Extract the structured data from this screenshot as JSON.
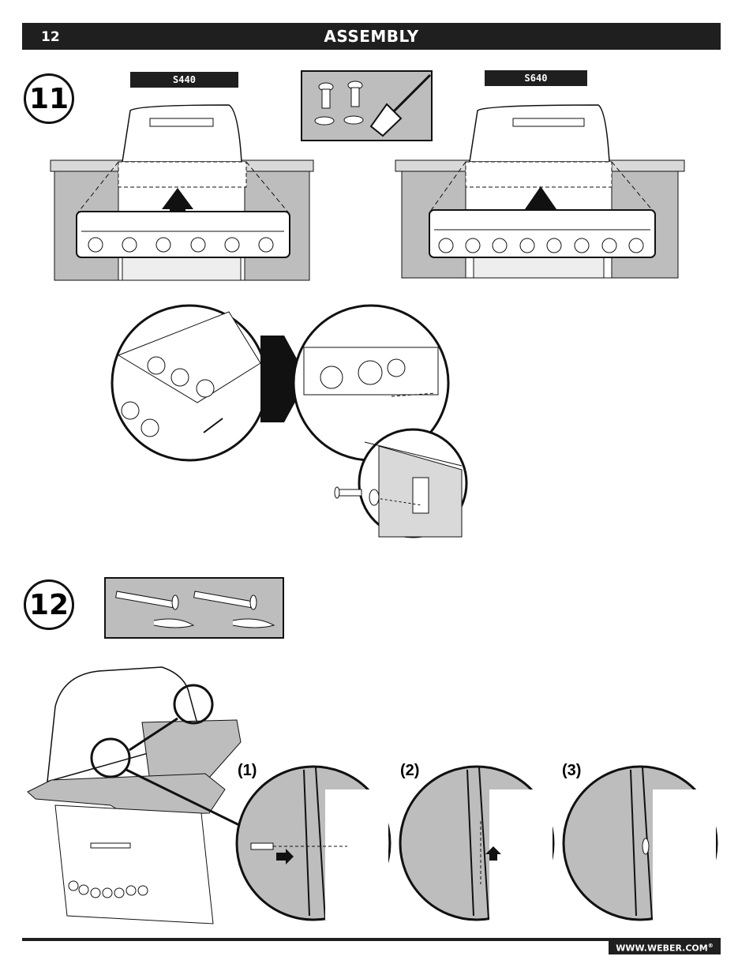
{
  "header": {
    "page_number": "12",
    "title": "ASSEMBLY"
  },
  "step11": {
    "number": "11",
    "model_left": "S440",
    "model_right": "S640"
  },
  "step12": {
    "number": "12",
    "sub_steps": [
      "(1)",
      "(2)",
      "(3)"
    ]
  },
  "footer": {
    "website": "WWW.WEBER.COM",
    "trademark": "®"
  },
  "colors": {
    "dark_band": "#1f1f1f",
    "gray_fill": "#bdbdbd",
    "light_gray": "#d9d9d9",
    "line": "#111111"
  }
}
